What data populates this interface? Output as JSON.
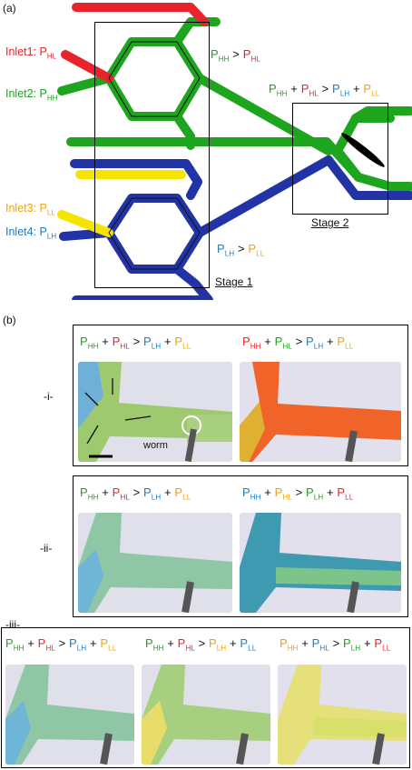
{
  "panel_a": {
    "label": "(a)",
    "inlets": [
      {
        "name": "Inlet1: ",
        "sub": "HL",
        "color": "#e8232b"
      },
      {
        "name": "Inlet2: ",
        "sub": "HH",
        "color": "#1ea51e"
      },
      {
        "name": "Inlet3: ",
        "sub": "LL",
        "color": "#f0a30a"
      },
      {
        "name": "Inlet4: ",
        "sub": "LH",
        "color": "#1d7dc3"
      }
    ],
    "pressure_symbol": "P",
    "gt": ">",
    "plus": "+",
    "top_relation": {
      "a": "HH",
      "b": "HL"
    },
    "bottom_relation": {
      "a": "LH",
      "b": "LL"
    },
    "stage1": "Stage 1",
    "stage2": "Stage 2"
  },
  "panel_b": {
    "label": "(b)",
    "rows": [
      {
        "roman": "-i-",
        "worm_label": "worm"
      },
      {
        "roman": "-ii-"
      },
      {
        "roman": "-iii-"
      }
    ]
  },
  "colors": {
    "green": "#1ea51e",
    "red": "#e8232b",
    "blue": "#1d7dc3",
    "yellow": "#f0a30a",
    "navy": "#2233a5"
  }
}
